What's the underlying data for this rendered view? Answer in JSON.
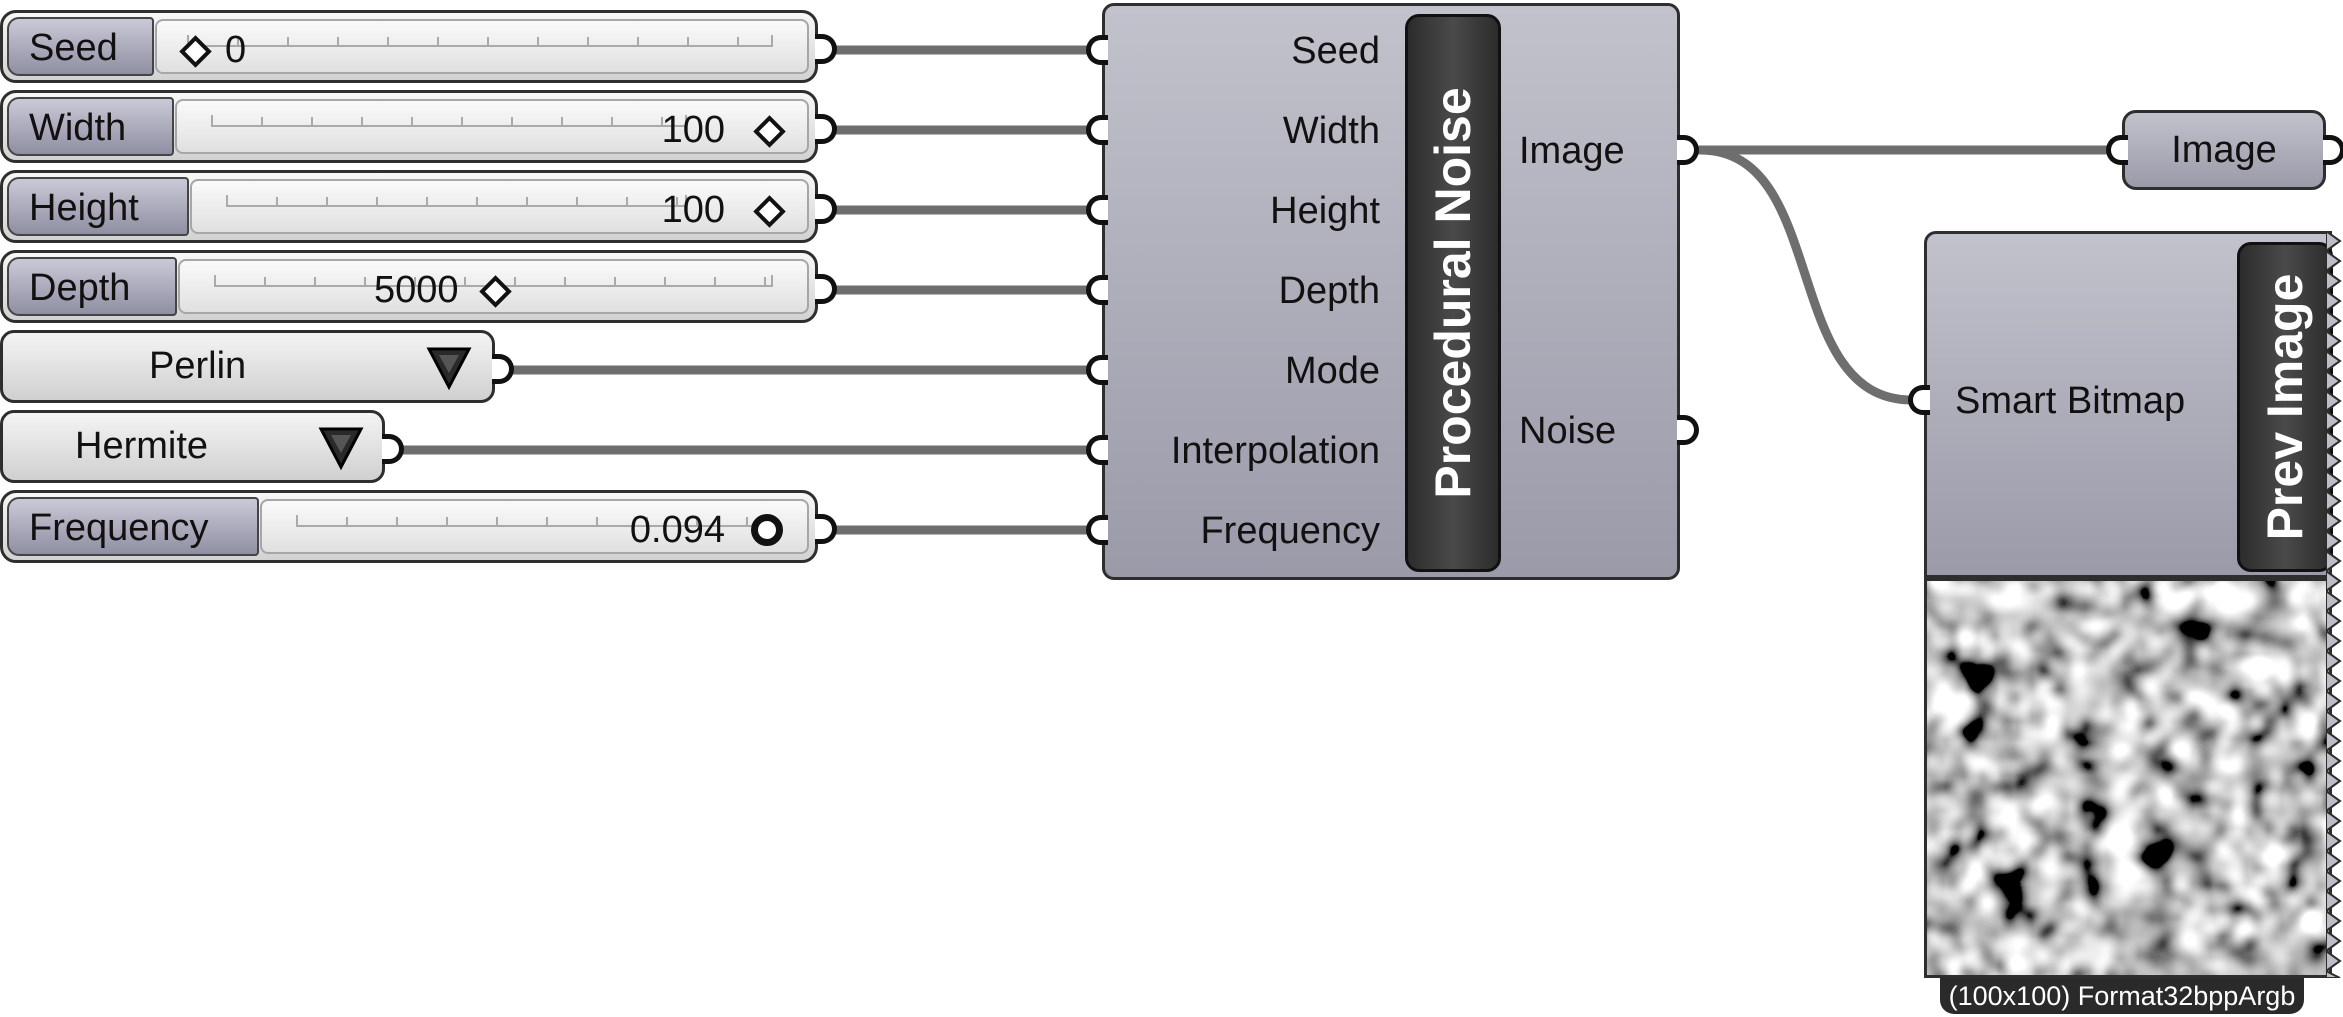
{
  "sliders": [
    {
      "name": "Seed",
      "value": "0"
    },
    {
      "name": "Width",
      "value": "100"
    },
    {
      "name": "Height",
      "value": "100"
    },
    {
      "name": "Depth",
      "value": "5000"
    },
    {
      "name": "Frequency",
      "value": "0.094"
    }
  ],
  "value_lists": [
    {
      "selected": "Perlin"
    },
    {
      "selected": "Hermite"
    }
  ],
  "procedural_noise": {
    "title": "Procedural Noise",
    "inputs": [
      "Seed",
      "Width",
      "Height",
      "Depth",
      "Mode",
      "Interpolation",
      "Frequency"
    ],
    "outputs": [
      "Image",
      "Noise"
    ]
  },
  "image_param": {
    "label": "Image"
  },
  "prev_image": {
    "title": "Prev Image",
    "input": "Smart Bitmap",
    "caption": "(100x100) Format32bppArgb"
  },
  "colors": {
    "wire": "#6e6e6e",
    "component_body": "#a8a8b6",
    "component_title": "#3a3a3a",
    "slider_body": "#e4e4e4"
  },
  "icons": {
    "seed_handle": "diamond-icon",
    "width_handle": "diamond-icon",
    "height_handle": "diamond-icon",
    "depth_handle": "diamond-icon",
    "frequency_handle": "circle-knob-icon",
    "dropdown": "triangle-down-icon"
  }
}
